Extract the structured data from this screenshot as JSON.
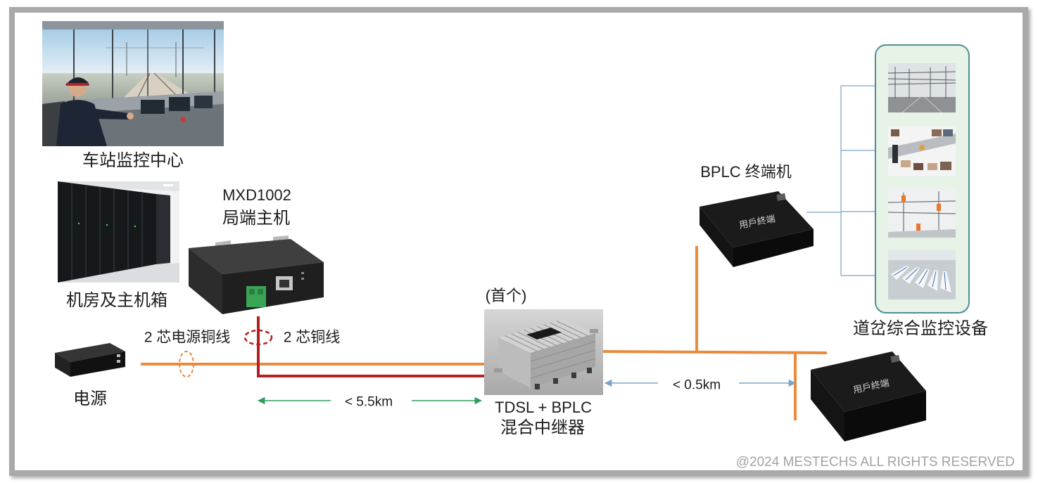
{
  "labels": {
    "control_center": "车站监控中心",
    "server_room": "机房及主机箱",
    "host_model": "MXD1002",
    "host_name": "局端主机",
    "power": "电源",
    "power_cable": "2 芯电源铜线",
    "copper_cable": "2 芯铜线",
    "distance_host": "< 5.5km",
    "first_marker": "(首个)",
    "repeater_type": "TDSL + BPLC",
    "repeater_name": "混合中继器",
    "distance_terminal": "< 0.5km",
    "terminal_name": "BPLC 终端机",
    "monitoring_equipment": "道岔综合监控设备"
  },
  "devices": {
    "terminal_top_text": "用戶終端",
    "terminal_bottom_text": "用戶終端"
  },
  "footer": "@2024 MESTECHS ALL RIGHTS RESERVED",
  "colors": {
    "power_line": "#e98a3c",
    "copper_line": "#b41f1f",
    "distance_arrow_host": "#2f9e5c",
    "distance_arrow_terminal": "#7aa6cc",
    "bracket_line": "#8fb4cf",
    "panel_fill": "#e8f3e8",
    "panel_border": "#4f8e99",
    "footer_text": "#a3a3a3"
  }
}
